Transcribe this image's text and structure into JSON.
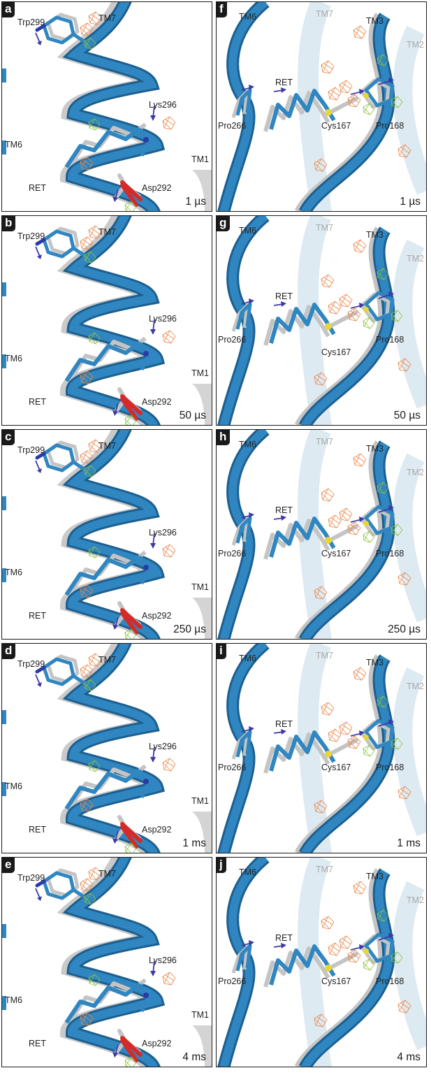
{
  "panels": [
    {
      "letter": "a",
      "time": "1 µs"
    },
    {
      "letter": "b",
      "time": "50 µs"
    },
    {
      "letter": "c",
      "time": "250 µs"
    },
    {
      "letter": "d",
      "time": "1 ms"
    },
    {
      "letter": "e",
      "time": "4 ms"
    },
    {
      "letter": "f",
      "time": "1 µs"
    },
    {
      "letter": "g",
      "time": "50 µs"
    },
    {
      "letter": "h",
      "time": "250 µs"
    },
    {
      "letter": "i",
      "time": "1 ms"
    },
    {
      "letter": "j",
      "time": "4 ms"
    }
  ],
  "left_labels": {
    "trp": "Trp299",
    "tm7": "TM7",
    "lys": "Lys296",
    "tm6": "TM6",
    "tm1": "TM1",
    "ret": "RET",
    "asp": "Asp292"
  },
  "right_labels": {
    "tm6": "TM6",
    "tm7": "TM7",
    "tm3": "TM3",
    "tm2": "TM2",
    "ret": "RET",
    "pro266": "Pro266",
    "cys": "Cys167",
    "pro168": "Pro168"
  },
  "colors": {
    "helix_blue": "#2f86c0",
    "helix_dark": "#1d5f8f",
    "reference_grey": "#c4c4c4",
    "arrow": "#3b3aa6",
    "density_negative": "#e8874a",
    "density_positive": "#8cc43c",
    "oxygen": "#d42a2a",
    "nitrogen": "#2a3aa8",
    "sulfur": "#e7d63a"
  }
}
